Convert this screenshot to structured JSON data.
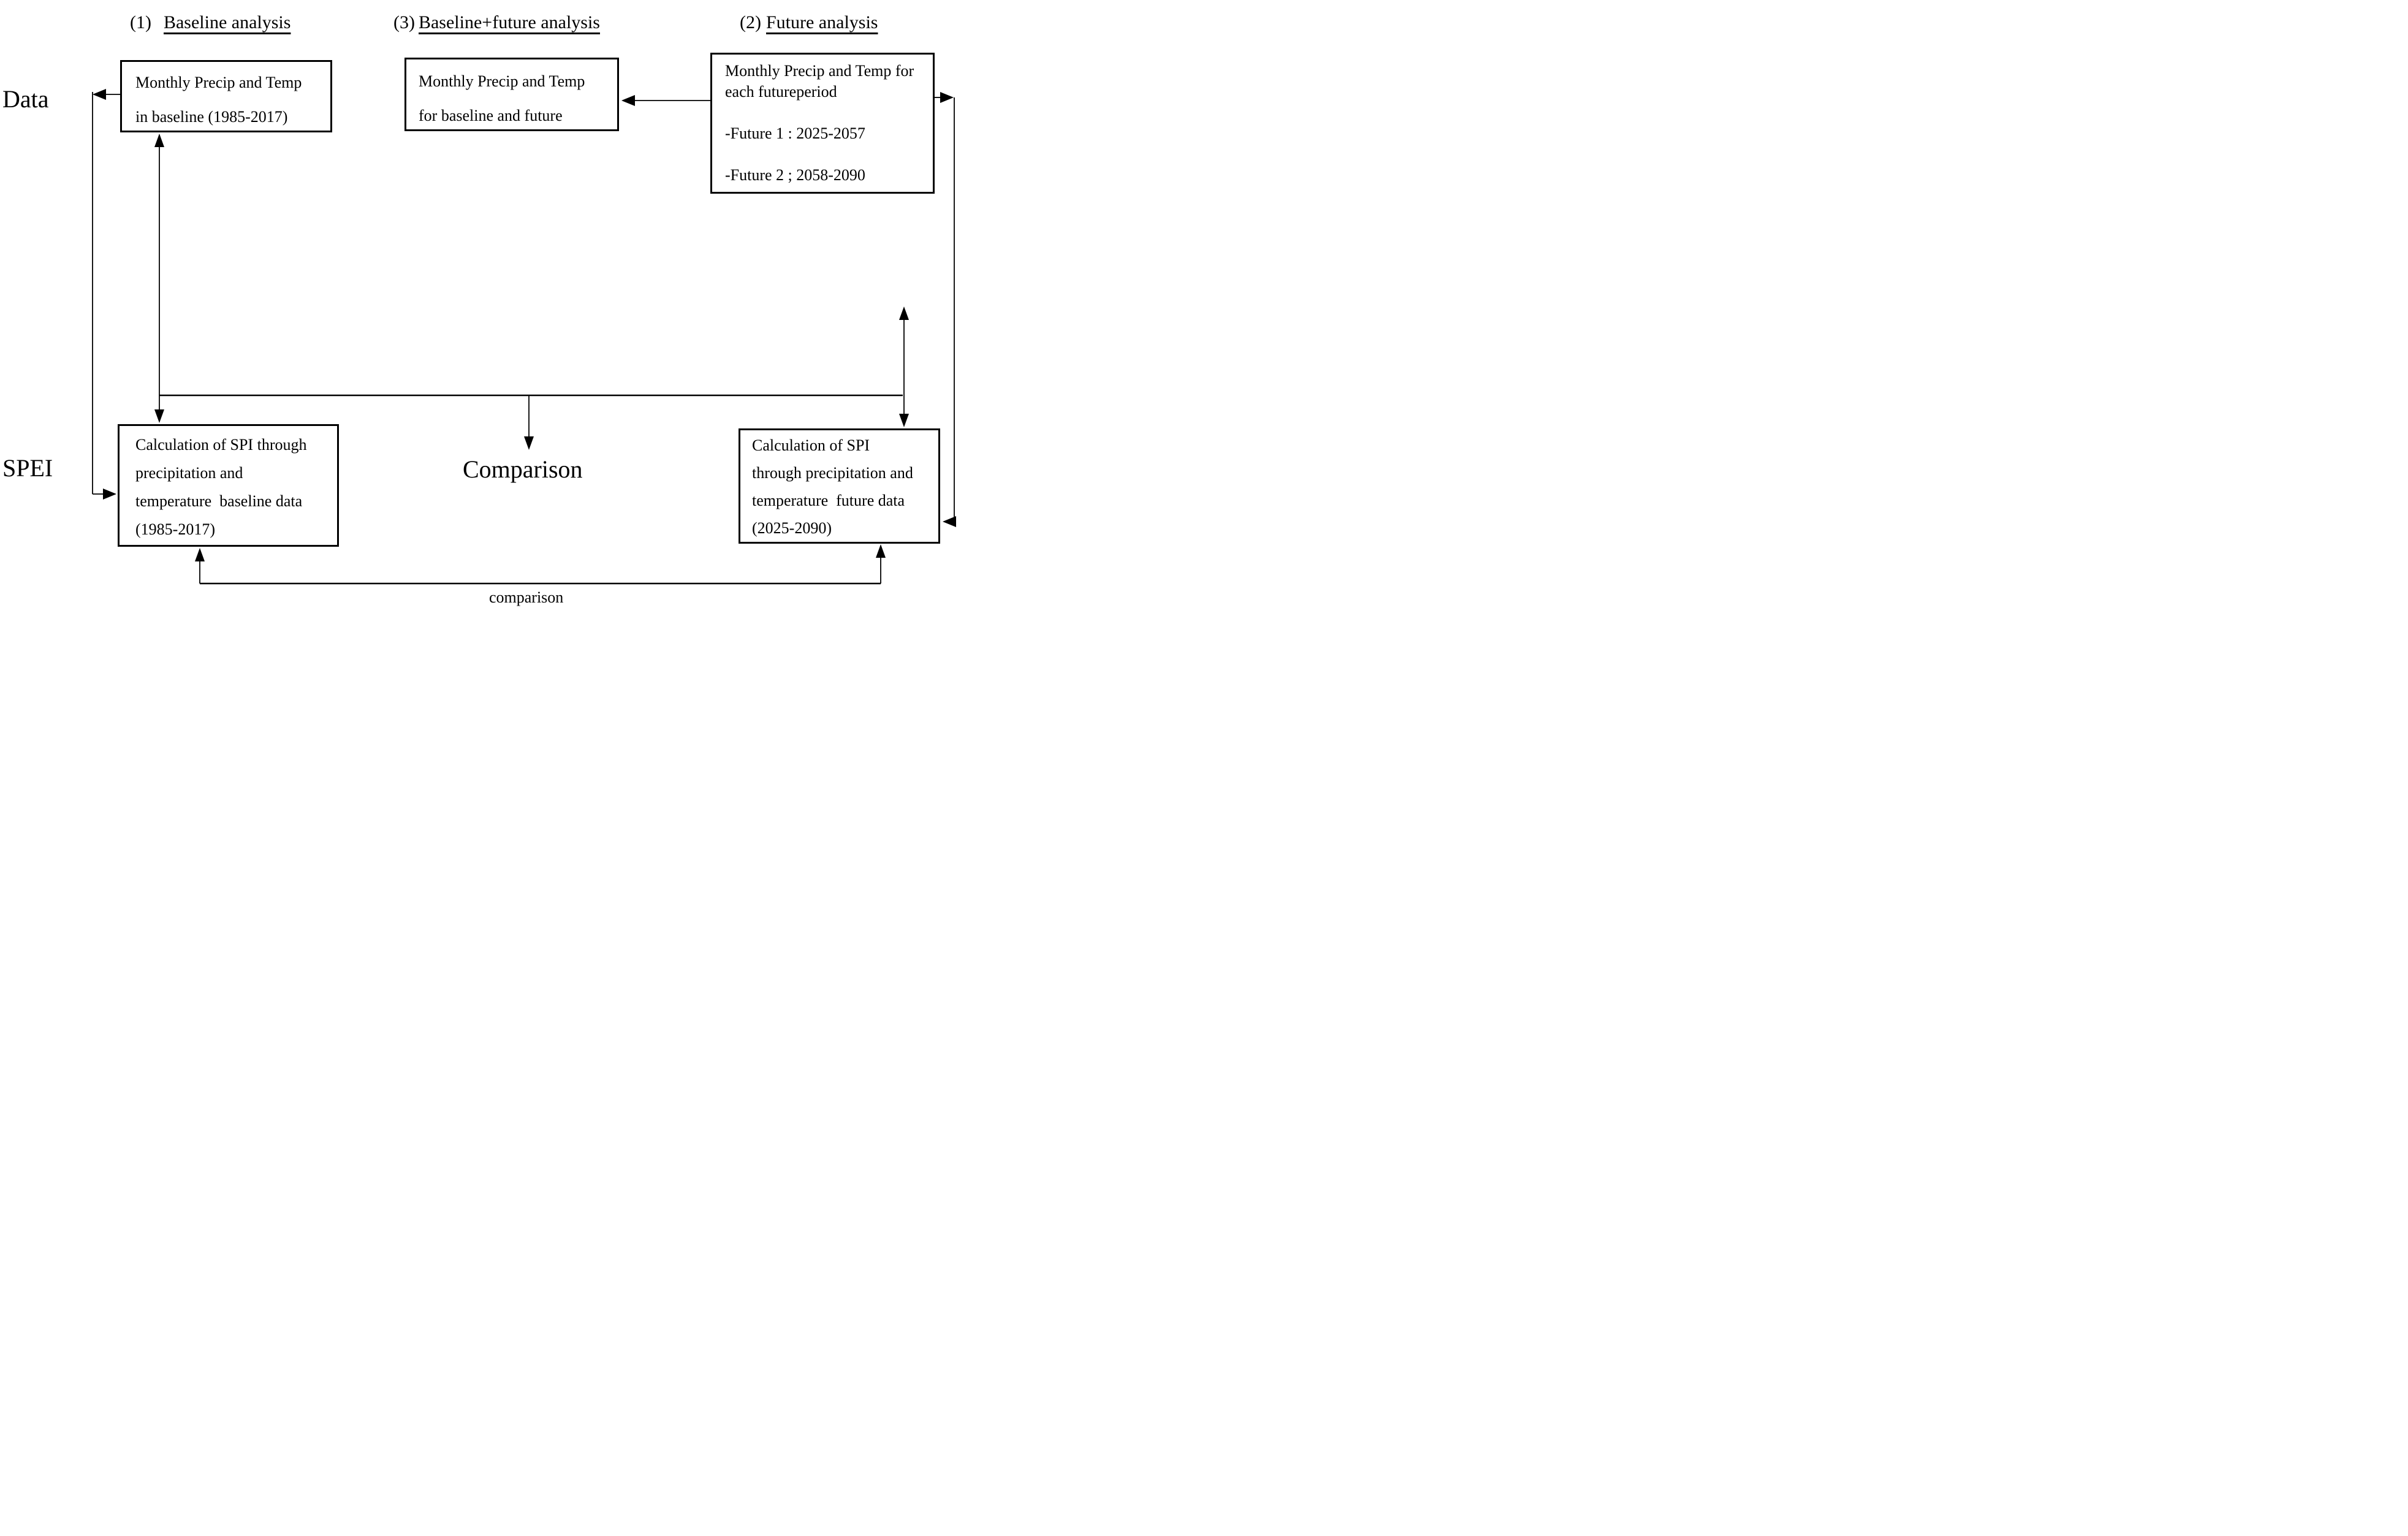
{
  "headings": {
    "baseline": {
      "prefix": "(1)",
      "label": "Baseline analysis"
    },
    "baseline_future": {
      "prefix": "(3)",
      "label": "Baseline+future analysis"
    },
    "future": {
      "prefix": "(2)",
      "label": "Future analysis"
    }
  },
  "row_labels": {
    "data": "Data",
    "spei": "SPEI"
  },
  "boxes": {
    "baseline_data": "Monthly Precip and Temp\nin baseline (1985-2017)",
    "baseline_future_data": "Monthly Precip and Temp\nfor baseline and future",
    "future_data": "Monthly Precip and Temp for\neach futureperiod\n\n-Future 1 : 2025-2057\n\n-Future 2 ; 2058-2090",
    "spi_baseline": "Calculation of SPI through\nprecipitation and\ntemperature  baseline data\n(1985-2017)",
    "spi_future": "Calculation of SPI\nthrough precipitation and\ntemperature  future data\n(2025-2090)"
  },
  "annotations": {
    "comparison_main": "Comparison",
    "comparison_bottom": "comparison"
  },
  "colors": {
    "ink": "#000000",
    "background": "#ffffff"
  }
}
